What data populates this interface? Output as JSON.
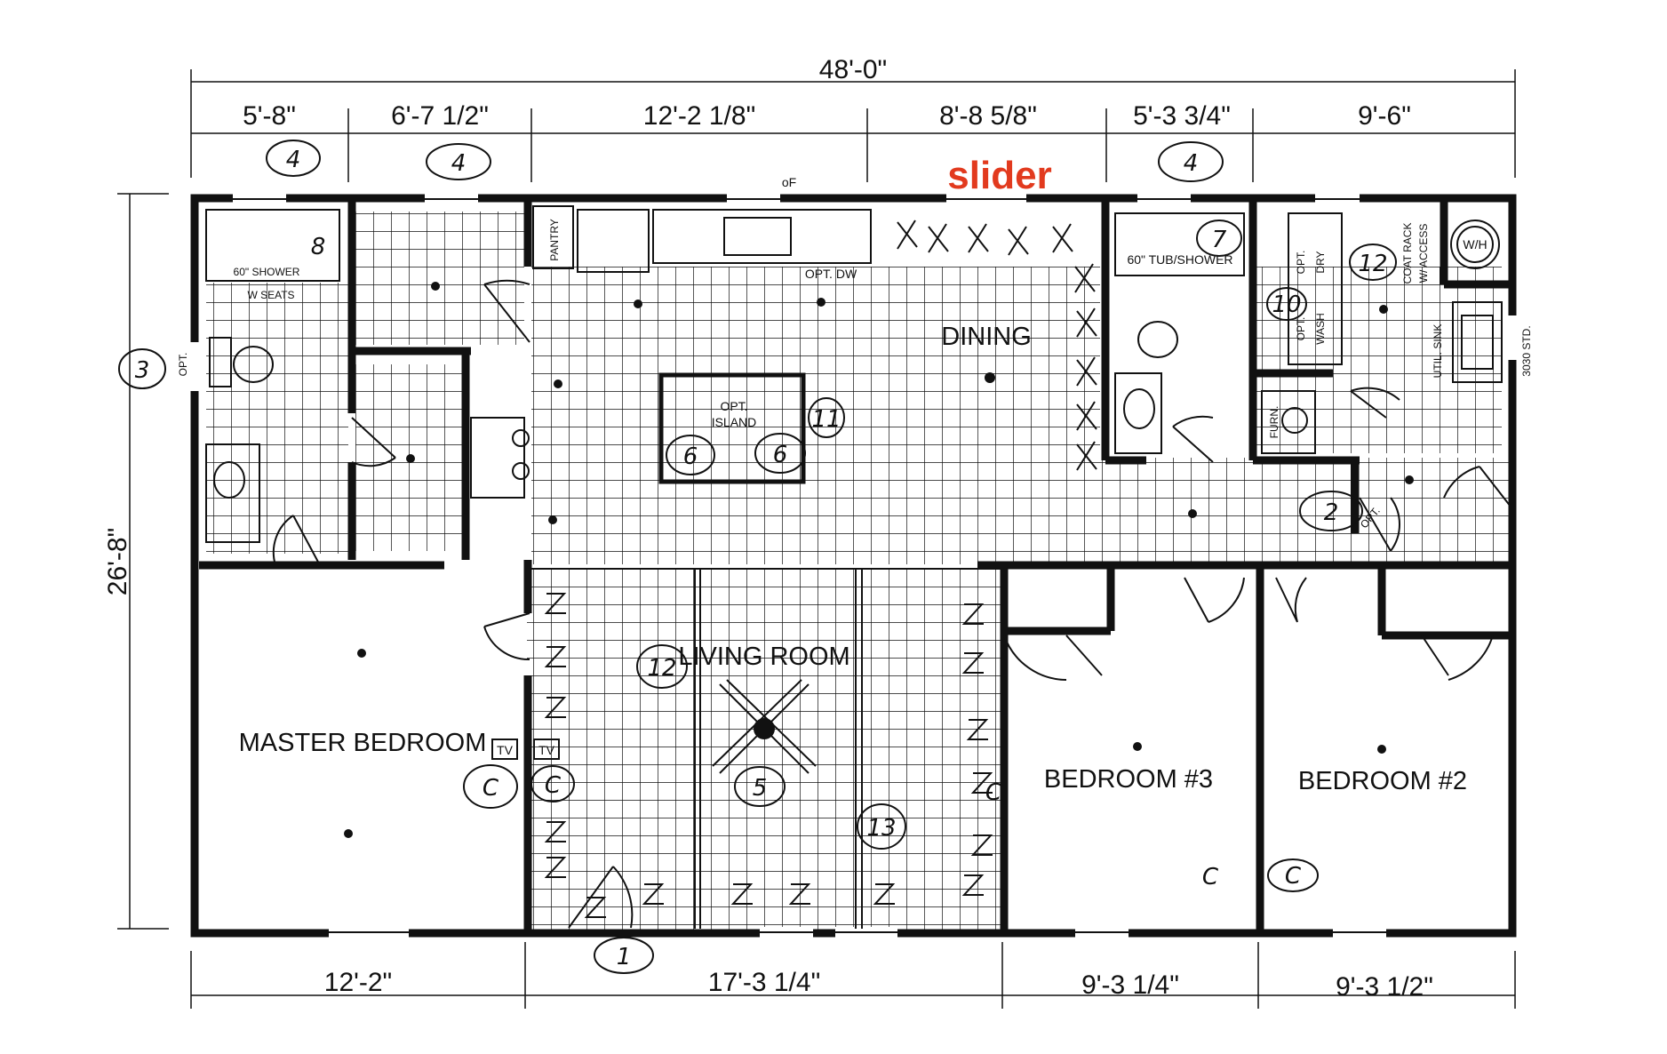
{
  "dimensions": {
    "overall_width": "48'-0\"",
    "overall_depth": "26'-8\"",
    "top": [
      "5'-8\"",
      "6'-7 1/2\"",
      "12'-2 1/8\"",
      "8'-8 5/8\"",
      "5'-3 3/4\"",
      "9'-6\""
    ],
    "bottom": [
      "12'-2\"",
      "17'-3 1/4\"",
      "9'-3 1/4\"",
      "9'-3 1/2\""
    ]
  },
  "rooms": {
    "master_bedroom": "MASTER BEDROOM",
    "living_room": "LIVING ROOM",
    "dining": "DINING",
    "bedroom3": "BEDROOM #3",
    "bedroom2": "BEDROOM #2"
  },
  "fixtures": {
    "shower": "60\" SHOWER",
    "shower_seats": "W SEATS",
    "opt_left": "OPT.",
    "pantry": "PANTRY",
    "opt_dw": "OPT. DW",
    "opt_island_1": "OPT.",
    "opt_island_2": "ISLAND",
    "tub_shower": "60\" TUB/SHOWER",
    "opt_dry_1": "OPT.",
    "opt_dry_2": "DRY",
    "opt_wash_1": "OPT.",
    "opt_wash_2": "WASH",
    "coat_rack_1": "COAT RACK",
    "coat_rack_2": "W/ ACCESS",
    "wh": "W/H",
    "util_sink": "UTIL. SINK",
    "door_std": "3030 STD.",
    "furn": "FURN.",
    "opt_door": "OPT.",
    "tv1": "TV",
    "tv2": "TV",
    "fan_marker": "oF"
  },
  "annotations": {
    "slider": "slider",
    "markers": [
      "4",
      "4",
      "4",
      "3",
      "8",
      "7",
      "12",
      "10",
      "11",
      "6",
      "6",
      "2",
      "12",
      "5",
      "13",
      "1",
      "C",
      "C",
      "C",
      "C",
      "C"
    ]
  },
  "colors": {
    "annotation_red": "#e23a1e",
    "ink": "#111111"
  }
}
